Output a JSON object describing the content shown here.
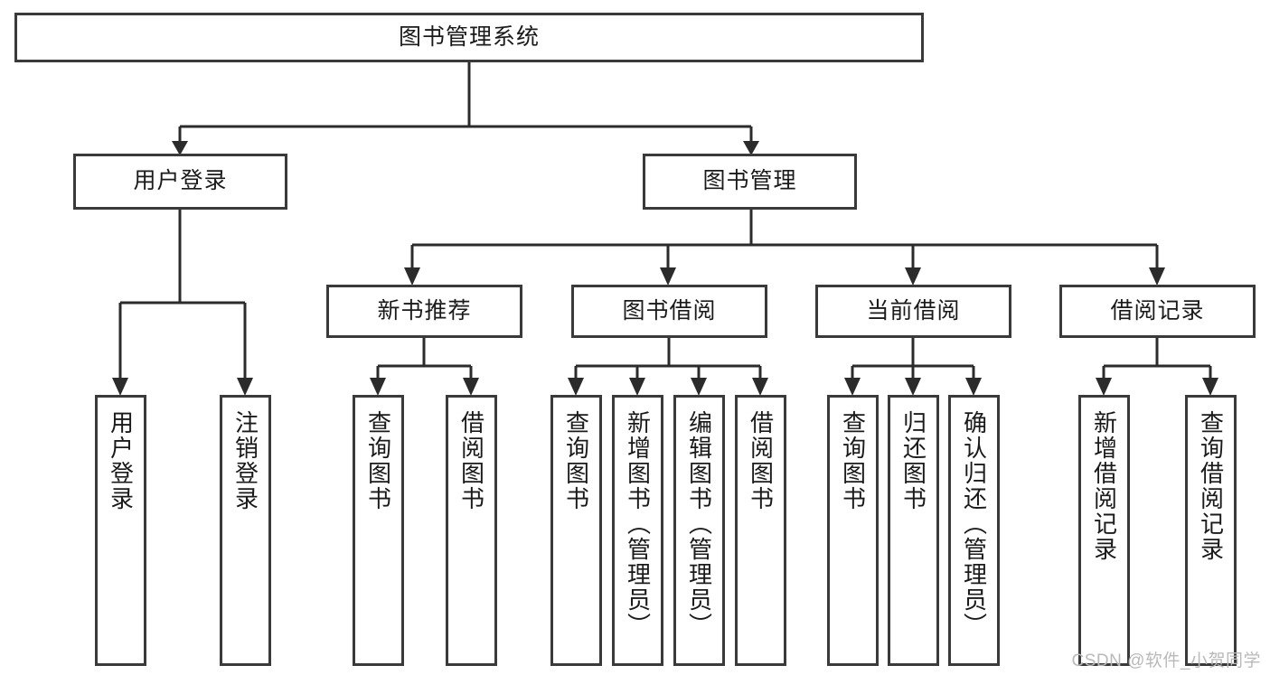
{
  "diagram": {
    "type": "tree-hierarchy",
    "title": "图书管理系统",
    "watermark": "CSDN @软件_小贺同学",
    "colors": {
      "box_border": "#3a3a3a",
      "box_fill": "#ffffff",
      "connector": "#2b2b2b",
      "text": "#1a1a1a",
      "watermark": "#b9b9b9",
      "background": "#ffffff"
    },
    "levels": {
      "root": {
        "label": "图书管理系统"
      },
      "level2": [
        {
          "label": "用户登录"
        },
        {
          "label": "图书管理"
        }
      ],
      "level3": [
        {
          "label": "新书推荐"
        },
        {
          "label": "图书借阅"
        },
        {
          "label": "当前借阅"
        },
        {
          "label": "借阅记录"
        }
      ],
      "leaves": {
        "user_login": [
          {
            "label": "用户登录"
          },
          {
            "label": "注销登录"
          }
        ],
        "new_book_recommend": [
          {
            "label": "查询图书"
          },
          {
            "label": "借阅图书"
          }
        ],
        "book_borrow": [
          {
            "label": "查询图书"
          },
          {
            "label": "新增图书（管理员）"
          },
          {
            "label": "编辑图书（管理员）"
          },
          {
            "label": "借阅图书"
          }
        ],
        "current_borrow": [
          {
            "label": "查询图书"
          },
          {
            "label": "归还图书"
          },
          {
            "label": "确认归还（管理员）"
          }
        ],
        "borrow_record": [
          {
            "label": "新增借阅记录"
          },
          {
            "label": "查询借阅记录"
          }
        ]
      }
    }
  }
}
